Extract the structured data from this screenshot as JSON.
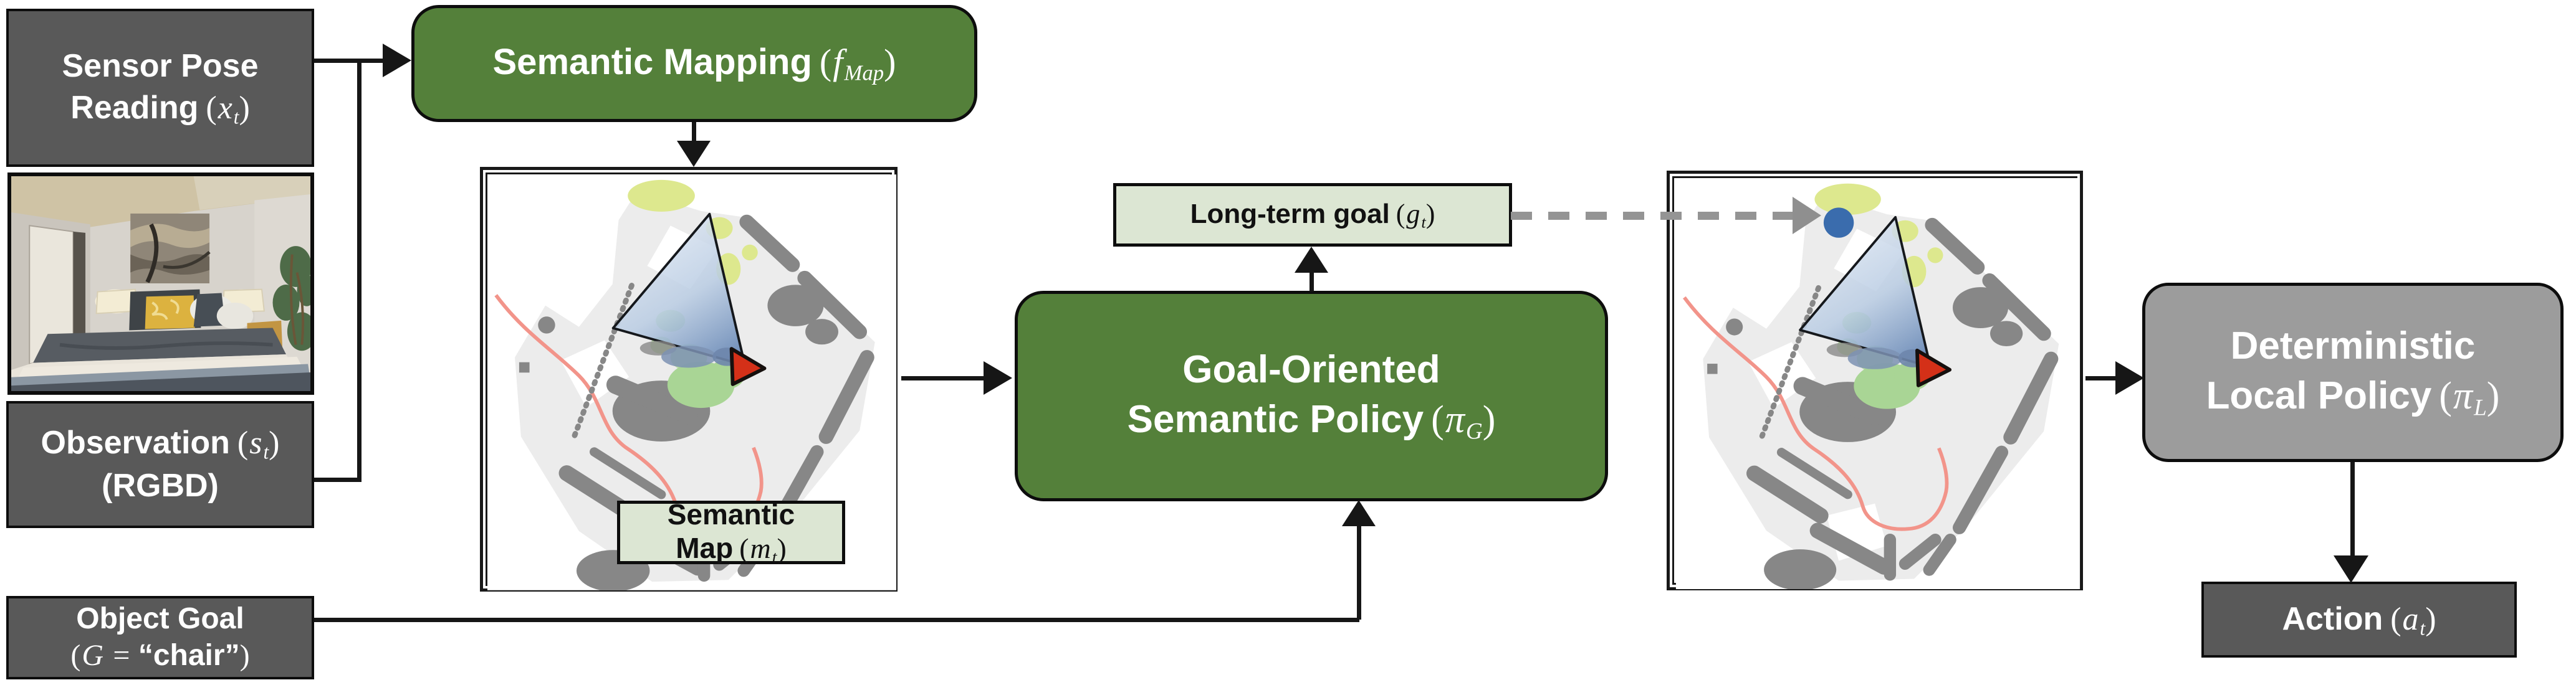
{
  "colors": {
    "dark_box_fill": "#595959",
    "green_box_fill": "#54803a",
    "gray_box_fill": "#9c9c9c",
    "light_label_fill": "#dce6d3",
    "connector": "#161616",
    "dashed_arrow": "#949494",
    "long_term_goal_dot": "#3a6cad",
    "agent_marker": "#d43018",
    "trajectory_line": "#f2948a"
  },
  "nodes": {
    "sensor_pose": {
      "line1": "Sensor Pose",
      "line2": "Reading",
      "open": "(",
      "var": "x",
      "sub": "t",
      "close": ")"
    },
    "semantic_mapping": {
      "label": "Semantic Mapping",
      "open": "(",
      "var": "f",
      "sub": "Map",
      "close": ")"
    },
    "observation": {
      "line1": "Observation",
      "open": "(",
      "var": "s",
      "sub": "t",
      "close": ")",
      "line2": "(RGBD)"
    },
    "object_goal": {
      "line1": "Object Goal",
      "open": "(",
      "var": "G",
      "equals": "=",
      "value": "“chair”",
      "close": ")"
    },
    "semantic_map": {
      "label": "Semantic Map",
      "open": "(",
      "var": "m",
      "sub": "t",
      "close": ")"
    },
    "long_term_goal": {
      "label": "Long-term goal",
      "open": "(",
      "var": "g",
      "sub": "t",
      "close": ")"
    },
    "goal_policy": {
      "line1": "Goal-Oriented",
      "line2": "Semantic Policy",
      "open": "(",
      "var": "π",
      "sub": "G",
      "close": ")"
    },
    "local_policy": {
      "line1": "Deterministic",
      "line2": "Local Policy",
      "open": "(",
      "var": "π",
      "sub": "L",
      "close": ")"
    },
    "action": {
      "label": "Action",
      "open": "(",
      "var": "a",
      "sub": "t",
      "close": ")"
    }
  }
}
